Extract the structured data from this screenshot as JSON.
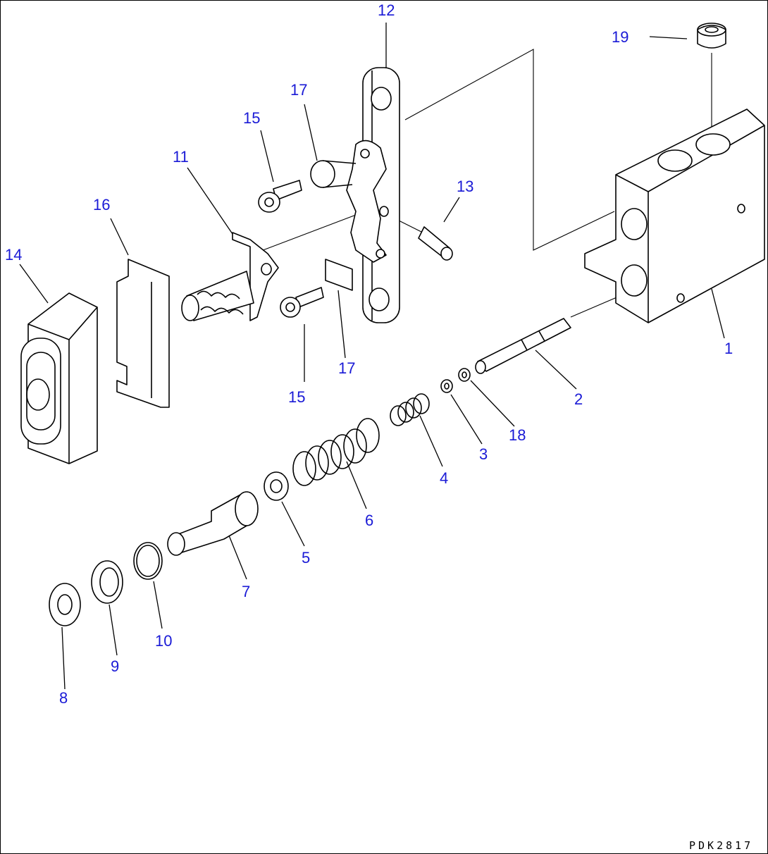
{
  "drawing_code": "PDK2817",
  "callouts": [
    "1",
    "2",
    "3",
    "4",
    "5",
    "6",
    "7",
    "8",
    "9",
    "10",
    "11",
    "12",
    "13",
    "14",
    "15",
    "15",
    "16",
    "17",
    "17",
    "18",
    "19"
  ],
  "colors": {
    "callout": "#1a1ad6",
    "line": "#000000",
    "background": "#ffffff"
  }
}
